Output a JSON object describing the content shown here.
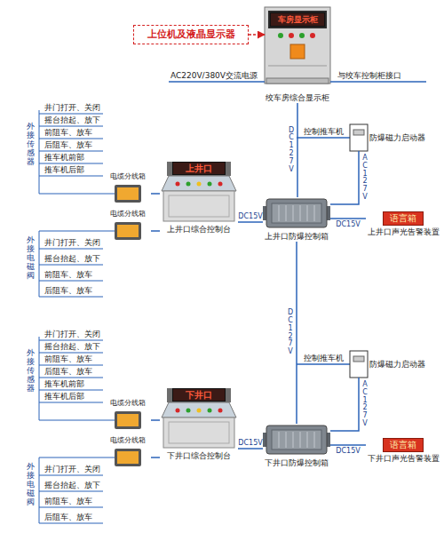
{
  "diagram": {
    "nodes": [
      {
        "text": [
          "上位机及液晶显示器"
        ]
      },
      {
        "text": [
          "绞车房综合显示柜"
        ]
      },
      {
        "text": [
          "车房显示柜"
        ],
        "in": 1
      },
      {
        "text": [
          "上井口综合控制台"
        ]
      },
      {
        "text": [
          "上井口"
        ],
        "in": 3
      },
      {
        "text": [
          "电缆分线箱"
        ]
      },
      {
        "text": [
          "电缆分线箱"
        ]
      },
      {
        "text": [
          "上井口防爆控制箱"
        ]
      },
      {
        "text": [
          "防爆磁力启动器"
        ]
      },
      {
        "text": [
          "语言箱",
          "上井口声光告警装置"
        ]
      },
      {
        "text": [
          "下井口综合控制台"
        ]
      },
      {
        "text": [
          "下井口"
        ],
        "in": 10
      },
      {
        "text": [
          "电缆分线箱"
        ]
      },
      {
        "text": [
          "电缆分线箱"
        ]
      },
      {
        "text": [
          "下井口防爆控制箱"
        ]
      },
      {
        "text": [
          "防爆磁力启动器"
        ]
      },
      {
        "text": [
          "语言箱",
          "下井口声光告警装置"
        ]
      }
    ],
    "edges": [
      {
        "from": 0,
        "to": 1,
        "arrow": "to"
      },
      {
        "from": 1,
        "to": 7,
        "arrow": "none",
        "label": "DC127V"
      },
      {
        "from": 5,
        "to": 3,
        "arrow": "none"
      },
      {
        "from": 6,
        "to": 3,
        "arrow": "none"
      },
      {
        "from": 3,
        "to": 7,
        "arrow": "none",
        "label": "DC15V"
      },
      {
        "from": 8,
        "to": 7,
        "arrow": "none",
        "label": "AC127V"
      },
      {
        "from": 7,
        "to": 9,
        "arrow": "none",
        "label": "DC15V"
      },
      {
        "from": 7,
        "to": 14,
        "arrow": "none",
        "label": "DC127V"
      },
      {
        "from": 12,
        "to": 10,
        "arrow": "none"
      },
      {
        "from": 13,
        "to": 10,
        "arrow": "none"
      },
      {
        "from": 10,
        "to": 14,
        "arrow": "none",
        "label": "DC15V"
      },
      {
        "from": 15,
        "to": 14,
        "arrow": "none",
        "label": "AC127V"
      },
      {
        "from": 14,
        "to": 16,
        "arrow": "none",
        "label": "DC15V"
      }
    ],
    "labels": [
      "AC220V/380V交流电源",
      "与绞车控制柜接口",
      "控制推车机",
      "外接传感器",
      "井门打开、关闭",
      "摇台抬起、放下",
      "前阻车、放车",
      "后阻车、放车",
      "推车机前部",
      "推车机后部",
      "外接电磁阀",
      "井门打开、关闭",
      "摇台抬起、放下",
      "前阻车、放车",
      "后阻车、放车",
      "控制推车机",
      "外接传感器",
      "井门打开、关闭",
      "摇台抬起、放下",
      "前阻车、放车",
      "后阻车、放车",
      "推车机前部",
      "推车机后部",
      "外接电磁阀",
      "井门打开、关闭",
      "摇台抬起、放下",
      "前阻车、放车",
      "后阻车、放车"
    ]
  }
}
